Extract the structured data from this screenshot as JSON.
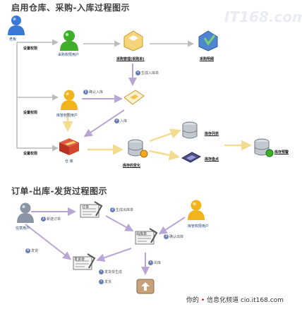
{
  "top": {
    "title": "启用仓库、采购-入库过程图示",
    "boss_label": "老板",
    "set_permission_1": "设置权限",
    "set_permission_2": "设置权限",
    "set_permission_3": "设置权限",
    "purchaser_role": "采购权限用户",
    "purchase_mgmt": "采购管理(采购单)",
    "purchase_detail": "采购明细",
    "generate_inbound": "生成入库单",
    "step1_confirm_inbound": "确认入库",
    "step1_num": "1",
    "warehouse_role": "库管权限用户",
    "inbound_label": "入库",
    "warehouse_label": "仓  库",
    "inventory_change": "库存的变化",
    "inventory_list": "库存列表",
    "inventory_count": "库存盘点",
    "inventory_warning": "库存预警"
  },
  "bottom": {
    "title": "订单-出库-发货过程图示",
    "any_user": "任意用户",
    "step1_create_order": "新建订单",
    "step1_num": "1",
    "generate_outbound": "生成出库单",
    "step2_num": "2",
    "warehouse_role": "库管权限用户",
    "step3_confirm_outbound": "确认出库",
    "step3_num": "3",
    "outbound_label": "出库",
    "step4_ship": "发货",
    "step4_num": "4",
    "generate_ship": "发货单生成",
    "ship_label": "发货",
    "doc_order": "订单",
    "doc_outbound": "出库单",
    "doc_ship": "发货单"
  },
  "watermark": {
    "text_left": "你的",
    "bullet": "•",
    "text_mid": "信息化频道",
    "text_right": "cio.it168.com",
    "logo_text": "IT168.com"
  },
  "colors": {
    "arrow_gray": "#bcbcbc",
    "arrow_purple": "#b9a6d6",
    "arrow_yellow": "#f3dc92",
    "user_blue": "#3a78d8",
    "user_green": "#3fae2a",
    "user_yellow": "#f2b41c",
    "user_gray": "#8b96a4",
    "accent_num": "#6b7fb6"
  }
}
